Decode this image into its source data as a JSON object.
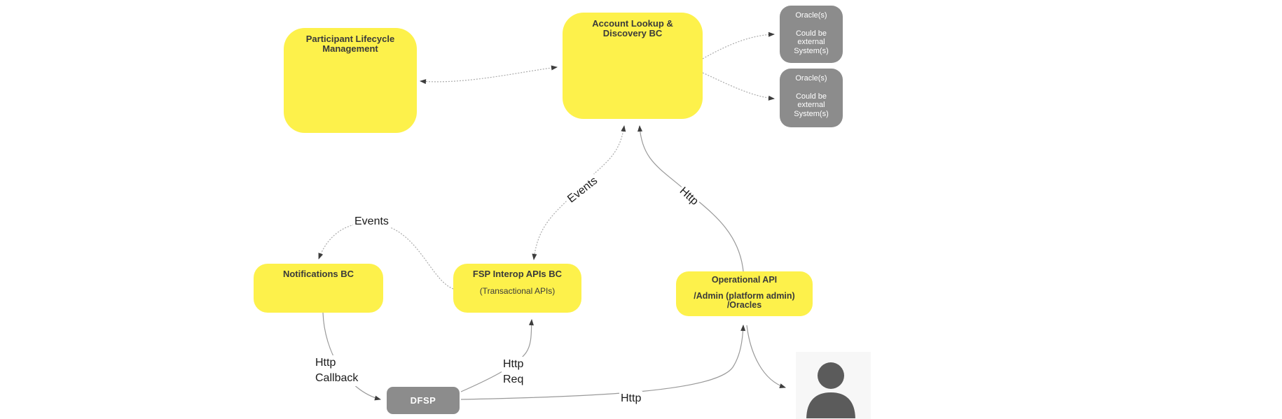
{
  "diagram": {
    "nodes": {
      "plm": {
        "title": "Participant Lifecycle Management"
      },
      "account": {
        "title": "Account Lookup & Discovery BC"
      },
      "oracle1": {
        "title": "Oracle(s)",
        "body": "Could be external System(s)"
      },
      "oracle2": {
        "title": "Oracle(s)",
        "body": "Could be external System(s)"
      },
      "notifications": {
        "title": "Notifications BC"
      },
      "fsp": {
        "title": "FSP Interop APIs BC",
        "subtitle": "(Transactional APIs)"
      },
      "operational": {
        "title": "Operational API",
        "admin": "/Admin (platform admin)",
        "oracles": "/Oracles"
      },
      "dfsp": {
        "title": "DFSP"
      }
    },
    "edges": {
      "events_fsp_to_notifications": "Events",
      "events_fsp_to_account": "Events",
      "http_operational_to_account": "Http",
      "http_callback_line1": "Http",
      "http_callback_line2": "Callback",
      "http_req_line1": "Http",
      "http_req_line2": "Req",
      "http_dfsp_to_operational": "Http"
    },
    "colors": {
      "node_yellow": "#FDF14B",
      "node_gray": "#8C8C8C",
      "edge_line": "#999999",
      "edge_dotted": "#ABABAB",
      "arrowhead": "#3D3D3D",
      "title_text": "#3A3A3A",
      "label_text": "#1A1A1A",
      "person_icon": "#5B5B5B",
      "person_bg": "#F7F7F7",
      "canvas_bg": "#FFFFFF"
    }
  }
}
